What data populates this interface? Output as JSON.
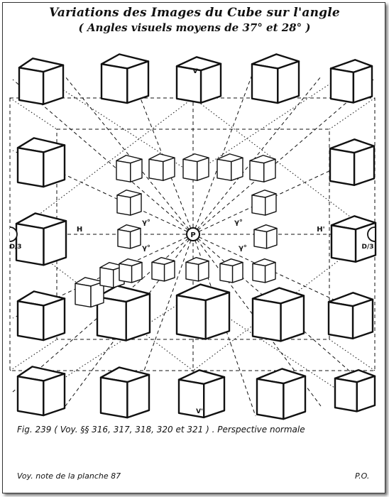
{
  "title": {
    "line1": "Variations des Images du Cube sur l'angle",
    "line2": "( Angles visuels moyens de 37° et 28° )"
  },
  "labels": {
    "center_point": "P",
    "horizon_left": "H",
    "horizon_right": "H'",
    "distance_left": "D/3",
    "distance_right": "D/3",
    "vertical_top": "V",
    "vertical_bottom": "V'",
    "gamma_upper_left": "γ°",
    "gamma_upper_right": "γ°",
    "gamma_lower_left": "γ°",
    "gamma_lower_right": "γ°"
  },
  "figure_caption": "Fig. 239 ( Voy. §§ 316, 317, 318, 320 et 321 ) . Perspective normale",
  "note": "Voy. note de la planche 87",
  "initials": "P.O."
}
